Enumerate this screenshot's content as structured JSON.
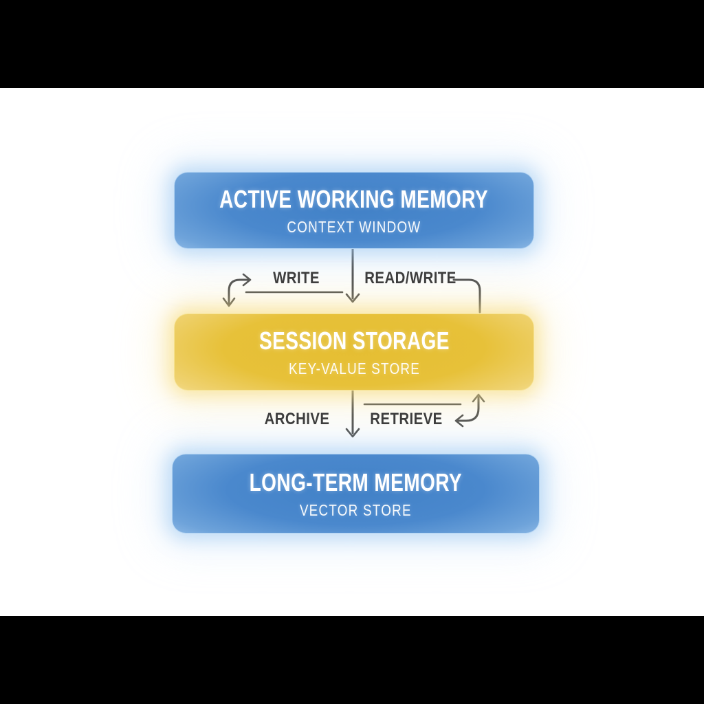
{
  "frame": {
    "letterbox_color": "#000000",
    "canvas_color": "#ffffff"
  },
  "diagram": {
    "nodes": [
      {
        "title": "ACTIVE WORKING MEMORY",
        "subtitle": "CONTEXT WINDOW",
        "fill": "blue"
      },
      {
        "title": "SESSION STORAGE",
        "subtitle": "KEY-VALUE STORE",
        "fill": "yellow"
      },
      {
        "title": "LONG-TERM MEMORY",
        "subtitle": "VECTOR STORE",
        "fill": "blue"
      }
    ],
    "edges": [
      {
        "label": "WRITE",
        "from": "ACTIVE WORKING MEMORY",
        "to": "SESSION STORAGE"
      },
      {
        "label": "READ/WRITE",
        "from": "ACTIVE WORKING MEMORY",
        "to": "SESSION STORAGE"
      },
      {
        "label": "ARCHIVE",
        "from": "SESSION STORAGE",
        "to": "LONG-TERM MEMORY"
      },
      {
        "label": "RETRIEVE",
        "from": "LONG-TERM MEMORY",
        "to": "SESSION STORAGE"
      }
    ],
    "colors": {
      "node_blue": "#4383c8",
      "node_blue_edge": "#94bde8",
      "node_yellow": "#e6bf33",
      "node_yellow_edge": "#f4e09c",
      "node_text": "#ffffff",
      "arrow": "#424242",
      "label_text": "#3d3d3d"
    }
  }
}
